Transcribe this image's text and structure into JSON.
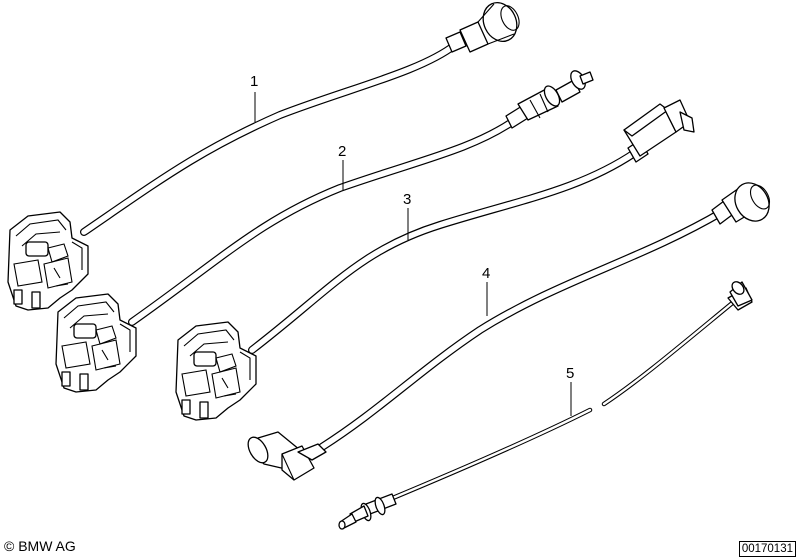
{
  "callouts": [
    {
      "label": "1"
    },
    {
      "label": "2"
    },
    {
      "label": "3"
    },
    {
      "label": "4"
    },
    {
      "label": "5"
    }
  ],
  "footer": {
    "copyright_symbol": "©",
    "copyright_text": "BMW AG",
    "doc_number": "00170131"
  }
}
